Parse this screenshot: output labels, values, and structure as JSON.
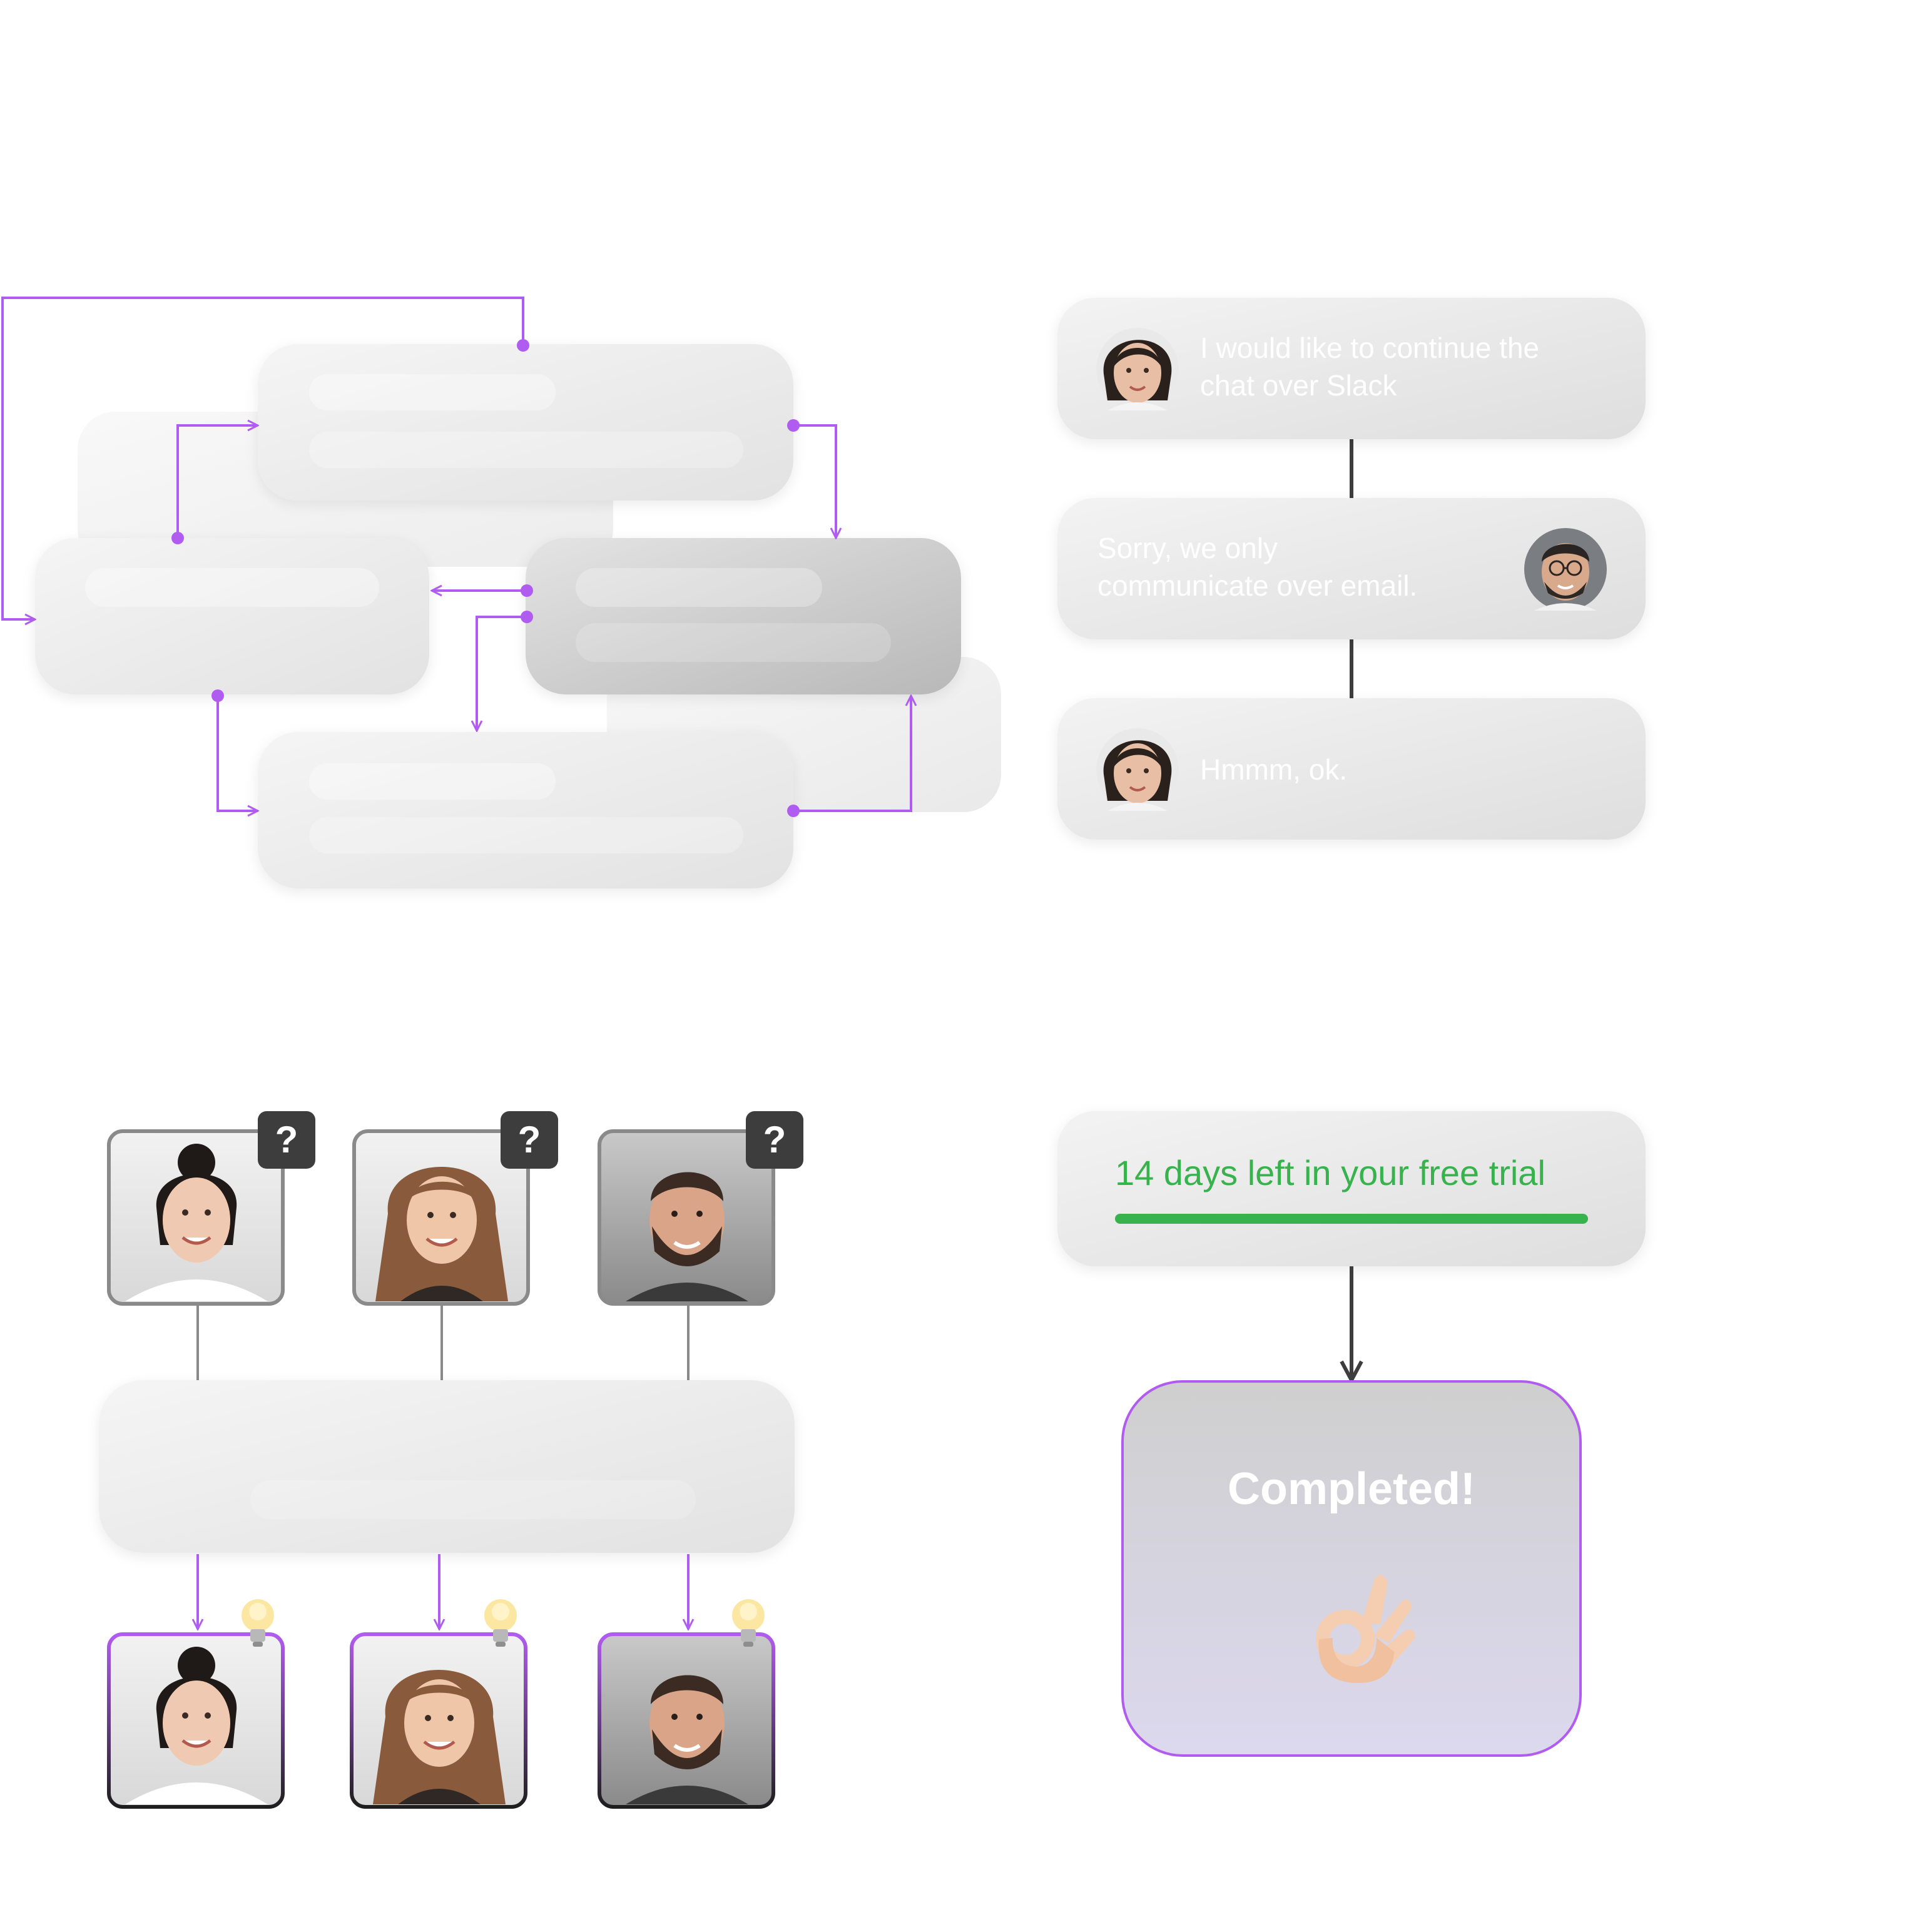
{
  "page": {
    "title": "",
    "sections": {
      "top_left": "",
      "top_right": "",
      "bottom_left": "",
      "bottom_right": ""
    }
  },
  "chat": {
    "messages": [
      {
        "text_line1": "I would like to continue the",
        "text_line2": "chat over Slack",
        "avatar": "woman-avatar-icon"
      },
      {
        "text_line1": "Sorry, we only",
        "text_line2": "communicate over email.",
        "avatar": "man-glasses-avatar-icon"
      },
      {
        "text_line1": "Hmmm, ok.",
        "text_line2": "",
        "avatar": "woman-avatar-icon"
      }
    ]
  },
  "people": {
    "badge_question": "?",
    "names": [
      "woman-bun",
      "woman-long-hair",
      "man-beard"
    ]
  },
  "trial": {
    "label": "14 days left in your free trial",
    "progress_fraction": 1.0
  },
  "completed": {
    "label": "Completed!",
    "emoji": "👌🏻"
  },
  "colors": {
    "accent_purple": "#b15cf0",
    "progress_green": "#37b24d",
    "connector_dark": "#3d3d3d",
    "card_gray": "#e6e6e6"
  }
}
